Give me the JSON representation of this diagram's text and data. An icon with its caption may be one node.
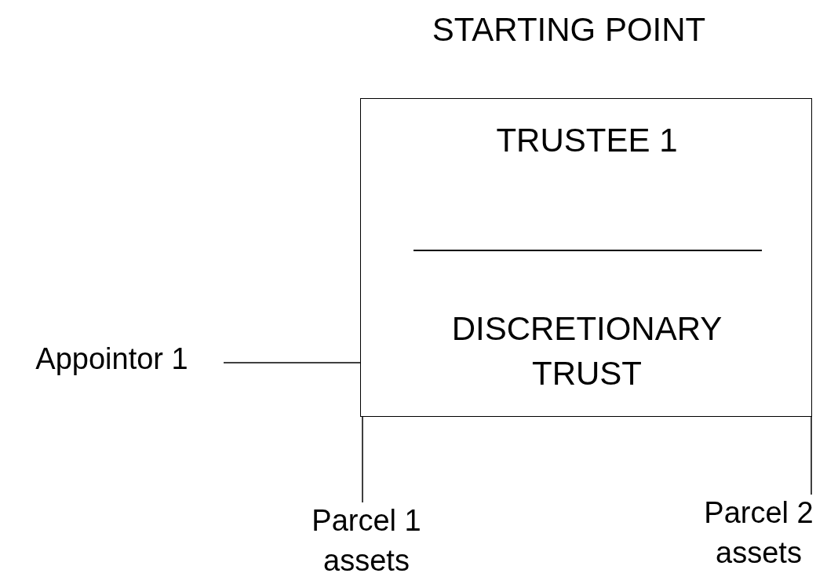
{
  "diagram": {
    "title": "STARTING POINT",
    "nodes": [
      {
        "text": [
          "TRUSTEE 1",
          "DISCRETIONARY TRUST"
        ]
      },
      {
        "text": [
          "Appointor 1"
        ]
      },
      {
        "text": [
          "Parcel 1 assets"
        ]
      },
      {
        "text": [
          "Parcel 2 assets"
        ]
      }
    ],
    "edges": [
      {
        "from": 1,
        "to": 0,
        "arrow": "none"
      },
      {
        "from": 0,
        "to": 2,
        "arrow": "none"
      },
      {
        "from": 0,
        "to": 3,
        "arrow": "none"
      }
    ]
  }
}
